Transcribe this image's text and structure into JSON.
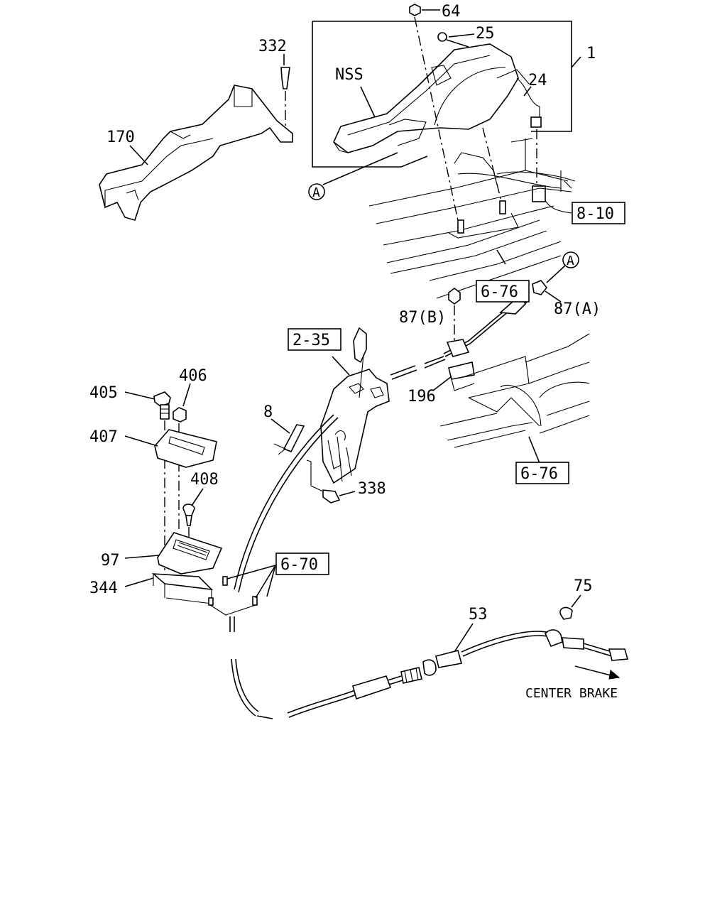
{
  "callouts": {
    "c64": "64",
    "c25": "25",
    "c1": "1",
    "c24": "24",
    "cNSS": "NSS",
    "c332": "332",
    "c170": "170",
    "cA1": "A",
    "cA2": "A",
    "c87a": "87(A)",
    "c87b": "87(B)",
    "c196": "196",
    "c8": "8",
    "c338": "338",
    "c405": "405",
    "c406": "406",
    "c407": "407",
    "c408": "408",
    "c97": "97",
    "c344": "344",
    "c75": "75",
    "c53": "53"
  },
  "refs": {
    "r8_10": "8-10",
    "r6_76a": "6-76",
    "r2_35": "2-35",
    "r6_76b": "6-76",
    "r6_70": "6-70"
  },
  "direction_label": "CENTER BRAKE"
}
